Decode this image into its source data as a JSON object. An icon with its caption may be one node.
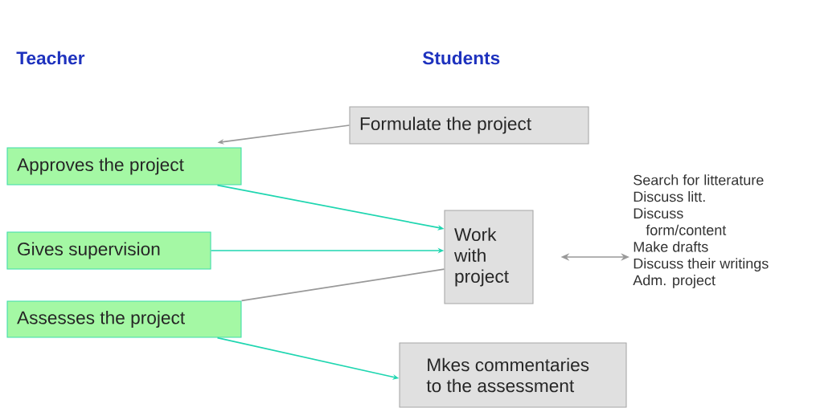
{
  "diagram": {
    "nodes": [
      {
        "text": [
          "Formulate the project"
        ]
      },
      {
        "text": [
          "Approves the project"
        ]
      },
      {
        "text": [
          "Gives supervision"
        ]
      },
      {
        "text": [
          "Assesses the project"
        ]
      },
      {
        "text": [
          "Work with project"
        ]
      },
      {
        "text": [
          "Mkes commentaries to the assessment"
        ]
      },
      {
        "text": [
          "Search for litterature",
          "Discuss litt.",
          "Discuss form/content",
          "Make drafts",
          "Discuss their writings",
          "Adm. project"
        ]
      }
    ],
    "edges": [
      {
        "from": 0,
        "to": 1,
        "arrow": "to",
        "color": "#999999"
      },
      {
        "from": 1,
        "to": 4,
        "arrow": "to",
        "color": "#1fd6b0"
      },
      {
        "from": 2,
        "to": 4,
        "arrow": "to",
        "color": "#1fd6b0"
      },
      {
        "from": 4,
        "to": 3,
        "arrow": "none",
        "color": "#999999"
      },
      {
        "from": 3,
        "to": 5,
        "arrow": "to",
        "color": "#1fd6b0"
      },
      {
        "from": 4,
        "to": 6,
        "arrow": "both",
        "color": "#999999"
      }
    ],
    "labels": [
      "Teacher",
      "Students"
    ]
  }
}
